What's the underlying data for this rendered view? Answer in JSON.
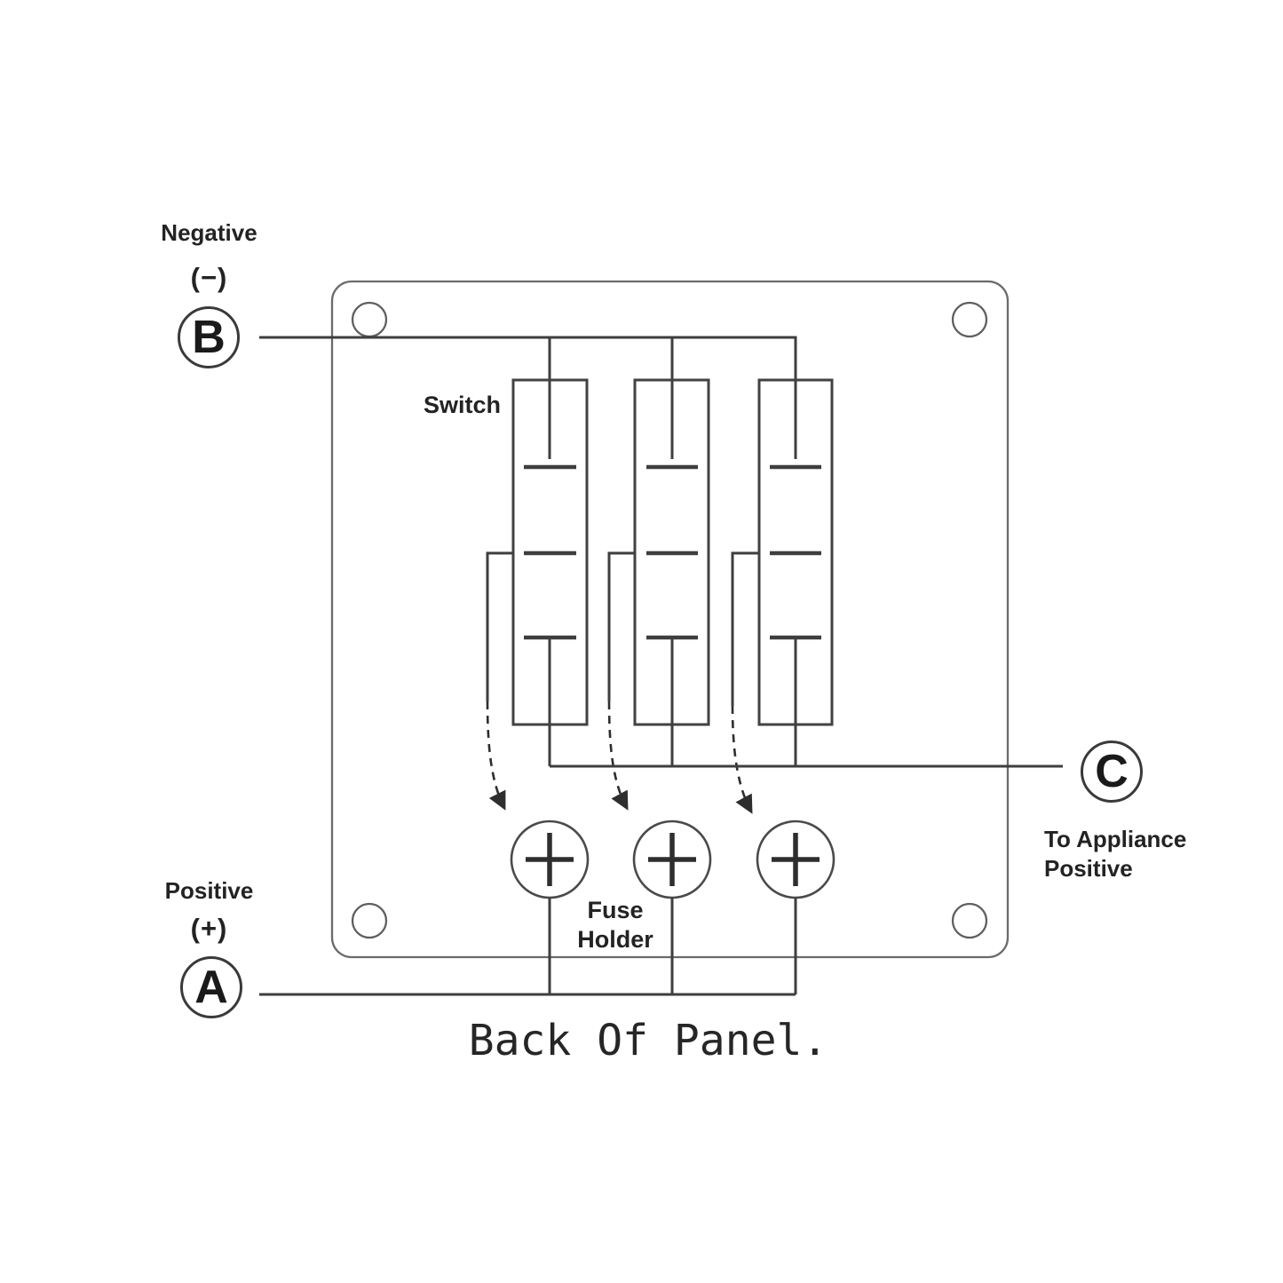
{
  "colors": {
    "background": "#ffffff",
    "wire": "#3e3e3e",
    "panel_outline": "#6b6b6b",
    "text": "#232323"
  },
  "diagram": {
    "title": "Back Of Panel.",
    "switch": {
      "label": "Switch",
      "count": 3
    },
    "fuse_holder": {
      "label_line1": "Fuse",
      "label_line2": "Holder",
      "count": 3
    },
    "panel": {
      "mounting_holes": 4
    },
    "terminals": {
      "b": {
        "letter": "B",
        "label": "Negative",
        "polarity": "(−)"
      },
      "a": {
        "letter": "A",
        "label": "Positive",
        "polarity": "(+)"
      },
      "c": {
        "letter": "C",
        "label_line1": "To Appliance",
        "label_line2": "Positive"
      }
    }
  }
}
